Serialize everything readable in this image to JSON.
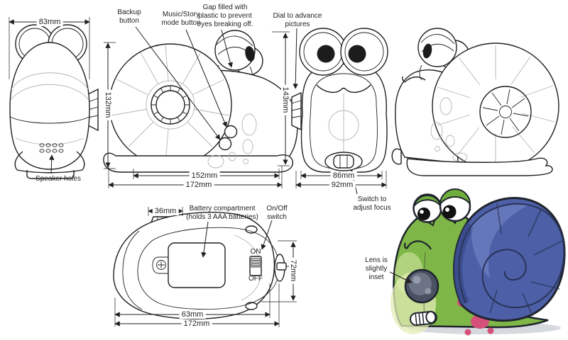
{
  "drawing": {
    "back_view": {
      "width_dim": "83mm",
      "speaker_label": "Speaker holes"
    },
    "left_view": {
      "backup_label": "Backup button",
      "music_label": "Music/Story mode button",
      "gap_label": "Gap filled with plastic to prevent eyes breaking off.",
      "height_dim": "132mm",
      "body_width_dim": "152mm",
      "overall_width_dim": "172mm"
    },
    "front_view": {
      "dial_label": "Dial to advance pictures",
      "height_dim": "143mm",
      "body_width_dim": "86mm",
      "overall_width_dim": "92mm",
      "focus_label": "Switch to adjust focus"
    },
    "top_view": {
      "dial_width_dim": "36mm",
      "battery_label": "Battery compartment (holds 3 AAA batteries)",
      "power_label": "On/Off switch",
      "switch_on": "ON",
      "switch_off": "OFF",
      "depth_dim": "72mm",
      "body_length_dim": "63mm",
      "overall_length_dim": "172mm"
    },
    "render_view": {
      "lens_label": "Lens is slightly inset"
    }
  },
  "colors": {
    "line": "#231f20",
    "body_green": "#7eb747",
    "body_pale": "#e4eeb5",
    "eyelid_green": "#6fae3e",
    "shell_blue": "#4c5fa7",
    "shell_dark": "#3a4b8c",
    "shell_light": "#7787c8",
    "spot_pink": "#d5517c",
    "lens_dark": "#4a5162",
    "lens_mid": "#6b7384",
    "lens_light": "#949bab",
    "shadow": "#ccd0d6"
  }
}
